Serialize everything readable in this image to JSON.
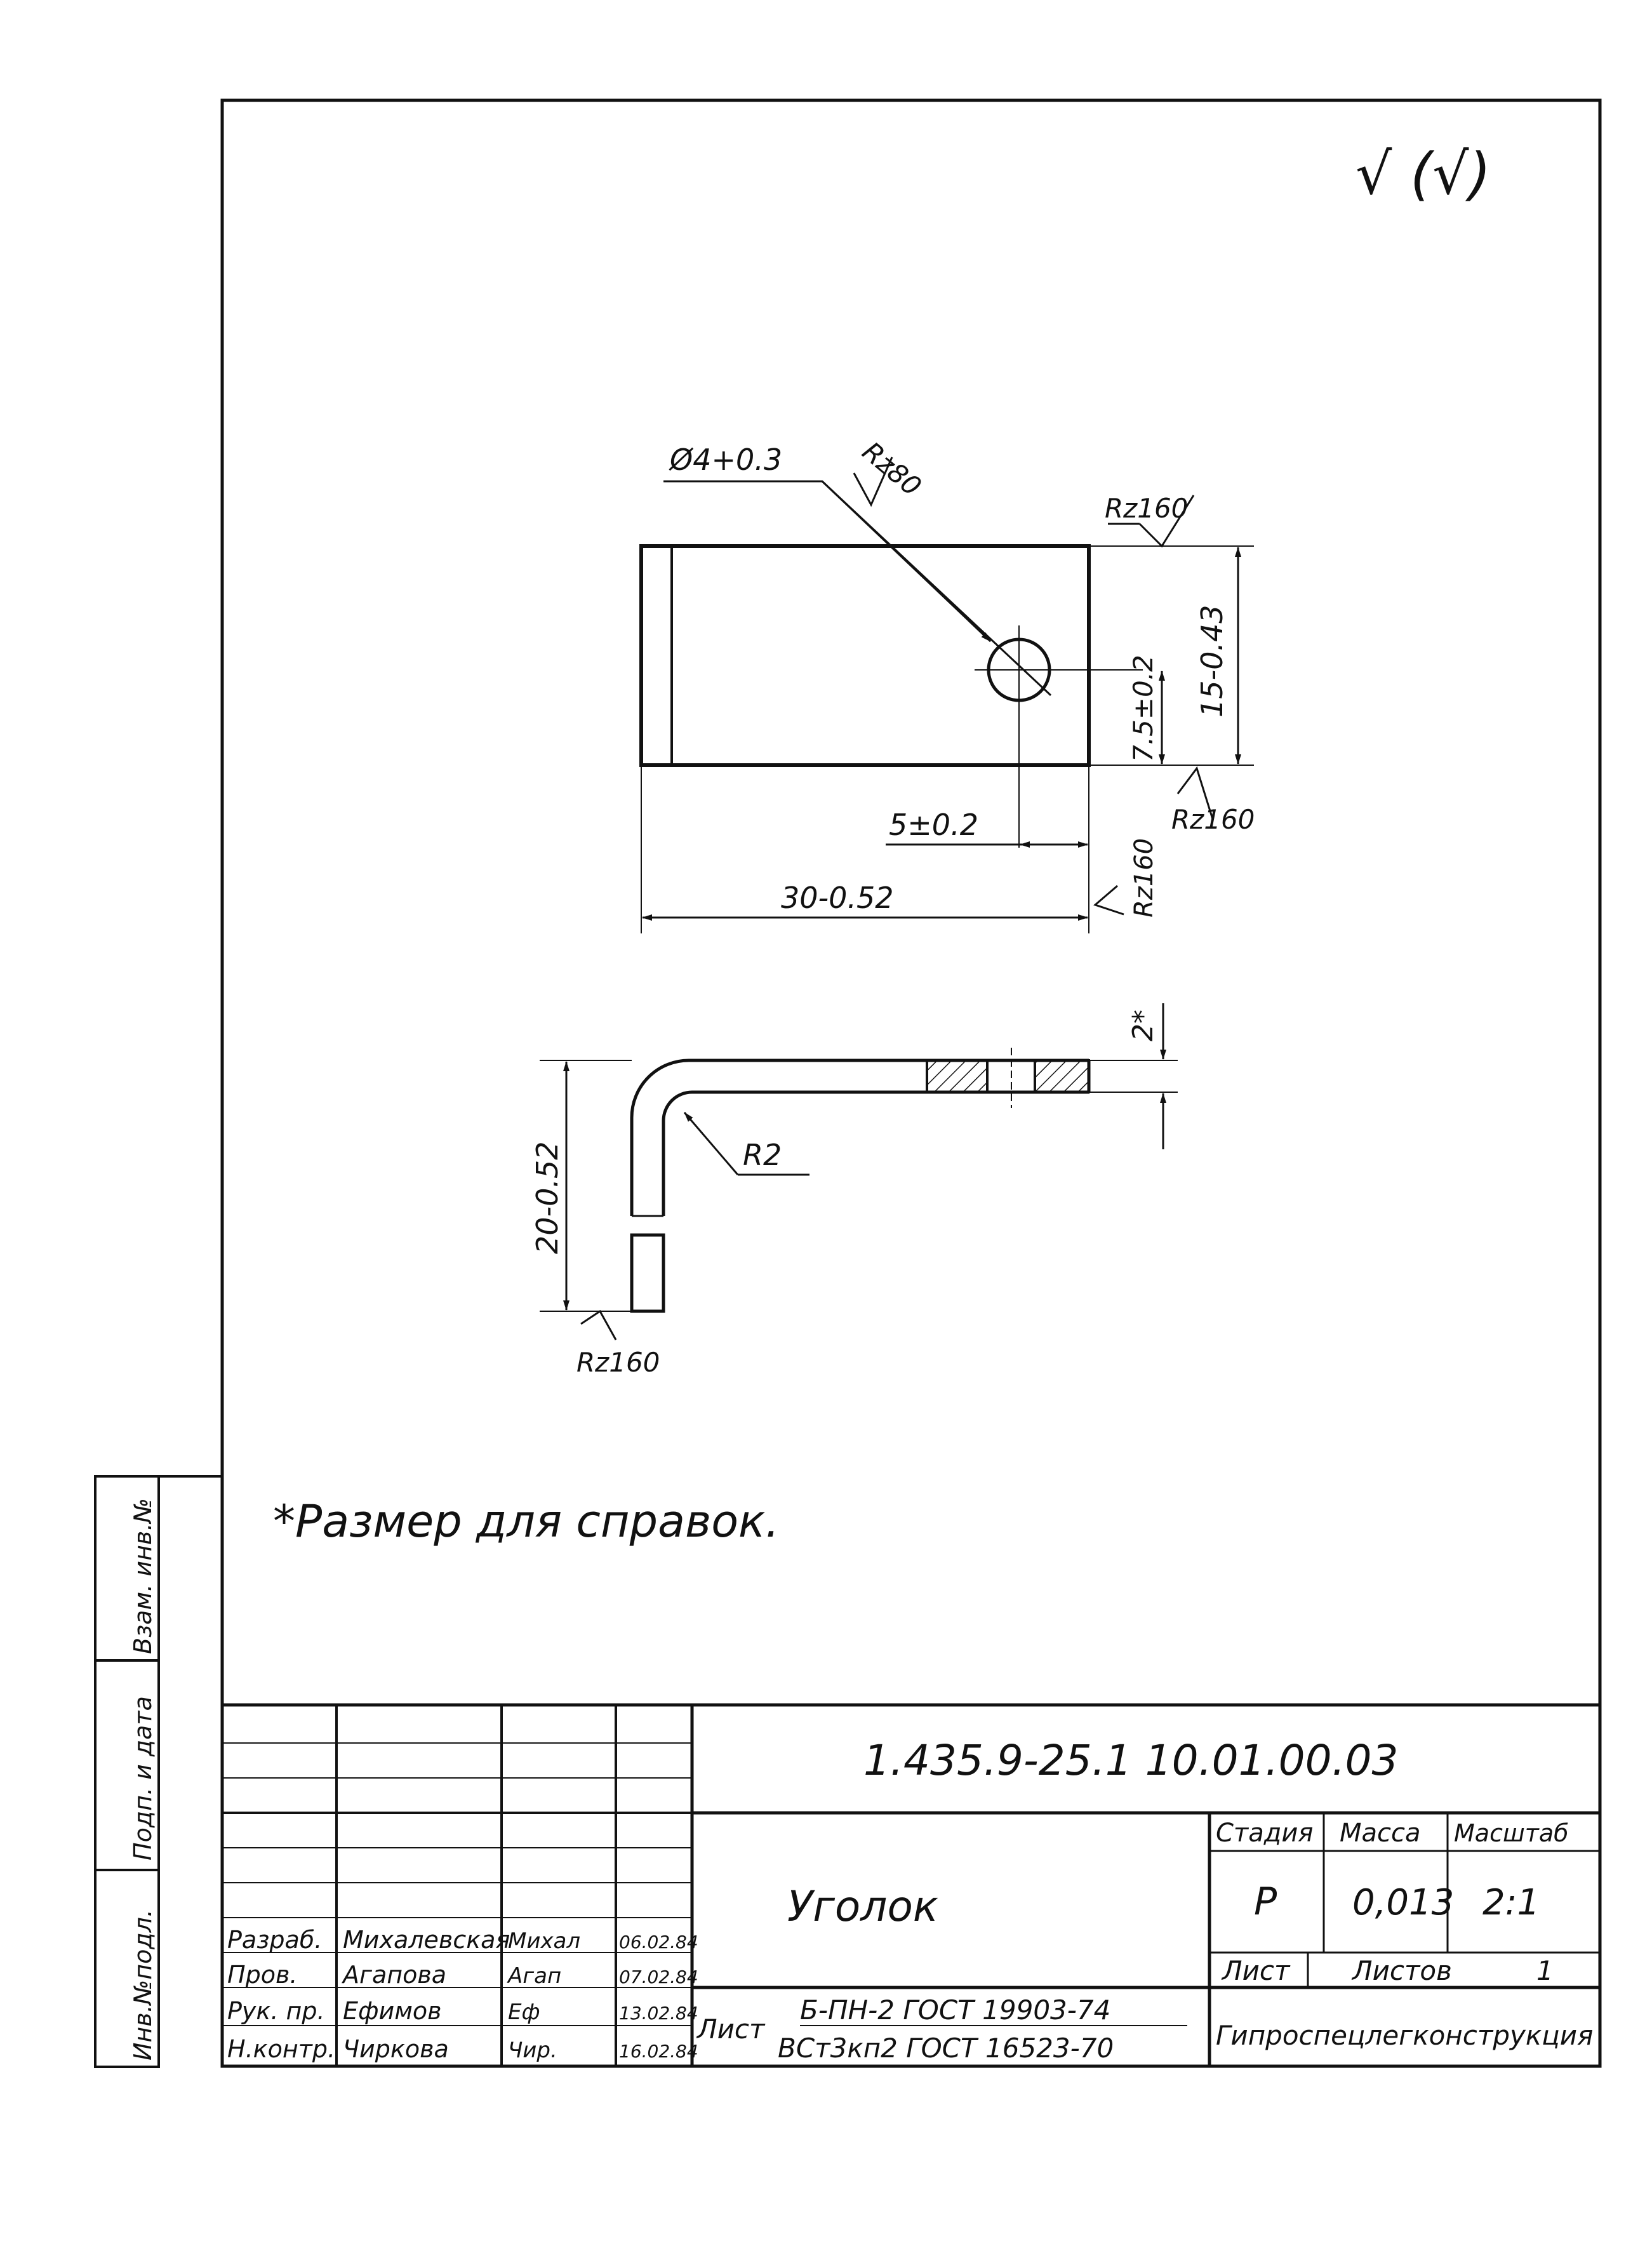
{
  "roughness_mark": "√ (√)",
  "top_view": {
    "hole_diameter": "Ø4+0.3",
    "hole_roughness": "Rz80",
    "top_roughness": "Rz160",
    "height_dim": "15-0.43",
    "hole_v_dim": "7.5±0.2",
    "bottom_roughness": "Rz160",
    "hole_h_dim": "5±0.2",
    "right_roughness": "Rz160",
    "width_dim": "30-0.52"
  },
  "side_view": {
    "thickness_dim": "2*",
    "bend_radius": "R2",
    "leg_dim": "20-0.52",
    "bottom_roughness": "Rz160"
  },
  "note": "*Размер для справок.",
  "side_stamp": {
    "cell1": "Взам. инв.№",
    "cell2": "Подп. и дата",
    "cell3": "Инв.№подл."
  },
  "title_block": {
    "doc_number": "1.435.9-25.1 10.01.00.03",
    "part_name": "Уголок",
    "stage_header": "Стадия",
    "mass_header": "Масса",
    "scale_header": "Масштаб",
    "stage": "Р",
    "mass": "0,013",
    "scale": "2:1",
    "sheet_label": "Лист",
    "sheets_label": "Листов",
    "sheets_count": "1",
    "material_prefix": "Лист",
    "material_line1": "Б-ПН-2 ГОСТ 19903-74",
    "material_line2": "ВСт3кп2 ГОСТ 16523-70",
    "organization": "Гипроспецлегконструкция",
    "signatures": [
      {
        "role": "Разраб.",
        "name": "Михалевская",
        "sign": "Михал",
        "date": "06.02.84"
      },
      {
        "role": "Пров.",
        "name": "Агапова",
        "sign": "Агап",
        "date": "07.02.84"
      },
      {
        "role": "Рук. пр.",
        "name": "Ефимов",
        "sign": "Еф",
        "date": "13.02.84"
      },
      {
        "role": "Н.контр.",
        "name": "Чиркова",
        "sign": "Чир.",
        "date": "16.02.84"
      }
    ]
  }
}
